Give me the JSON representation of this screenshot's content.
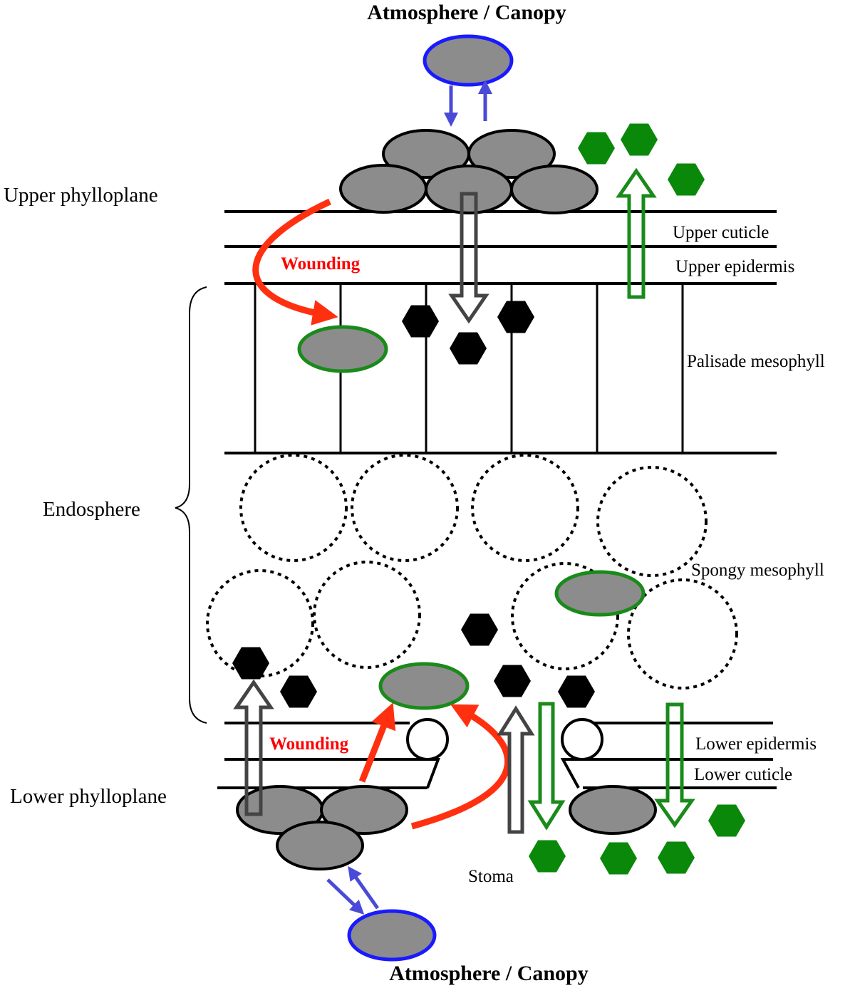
{
  "labels": {
    "top_title": "Atmosphere / Canopy",
    "bottom_title": "Atmosphere / Canopy",
    "upper_phylloplane": "Upper phylloplane",
    "endosphere": "Endosphere",
    "lower_phylloplane": "Lower phylloplane",
    "upper_cuticle": "Upper cuticle",
    "upper_epidermis": "Upper epidermis",
    "palisade_mesophyll": "Palisade mesophyll",
    "spongy_mesophyll": "Spongy mesophyll",
    "lower_epidermis": "Lower epidermis",
    "lower_cuticle": "Lower  cuticle",
    "stoma": "Stoma",
    "wounding_upper": "Wounding",
    "wounding_lower": "Wounding"
  },
  "colors": {
    "bacteria_fill": "#8c8c8c",
    "atmosphere_outline": "#1a1aff",
    "endophyte_outline": "#1a8a1a",
    "exchange_arrow": "#4a4ad8",
    "wound_arrow": "#ff3010",
    "ingress_arrow": "#444444",
    "egress_arrow": "#1a8a1a",
    "hexagon_black": "#000000",
    "hexagon_green": "#0a880a"
  },
  "icons": {
    "bacterium": "gray-ellipse",
    "compound": "hexagon",
    "mesophyll_cell": "dotted-circle",
    "guard_cell": "circle"
  }
}
